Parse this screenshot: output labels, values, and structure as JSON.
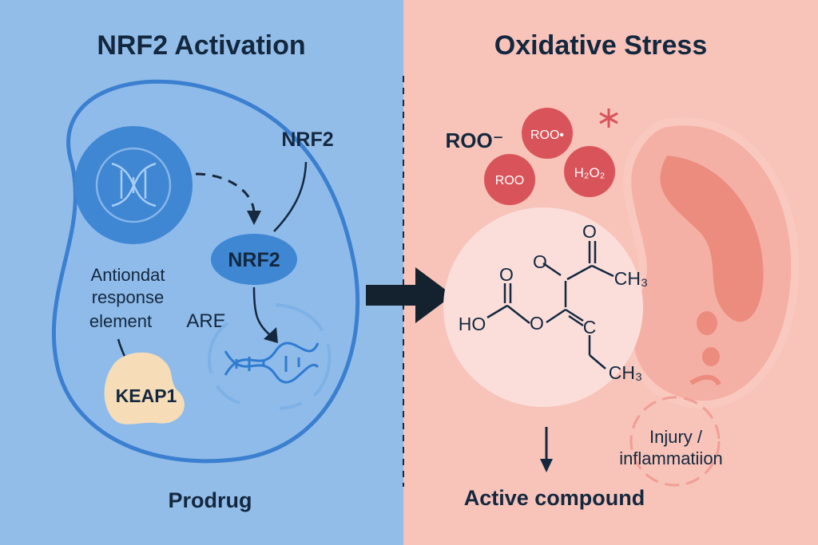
{
  "left_panel": {
    "title": "NRF2 Activation",
    "nrf2_label_top": "NRF2",
    "nrf2_pill": "NRF2",
    "are_label": "ARE",
    "antioxidant_lines": [
      "Antiondat",
      "response",
      "element"
    ],
    "keap1_label": "KEAP1",
    "bottom_label": "Prodrug",
    "colors": {
      "background": "#93bde9",
      "membrane": "#3b7fd0",
      "nucleus": "#3f86d3",
      "keap1": "#f6ddb8"
    }
  },
  "right_panel": {
    "title": "Oxidative Stress",
    "roo_minus": "ROO⁻",
    "bubble_roo_dot": "ROO•",
    "bubble_roo": "ROO",
    "bubble_h2o2": "H₂O₂",
    "molecule": {
      "oxygen_top": "O",
      "oxygen_mid": "O",
      "oxygen_left": "O",
      "oxygen_ring": "O",
      "ho": "HO",
      "ch3_upper": "CH₃",
      "ch3_lower": "CH₃",
      "c_label": "C"
    },
    "injury_lines": [
      "Injury /",
      "inflammatiion"
    ],
    "bottom_label": "Active compound",
    "colors": {
      "background": "#f8c3b9",
      "radical": "#d9545a",
      "cell": "#f1a79b"
    }
  },
  "center_arrow": {
    "icon": "right-arrow-icon",
    "color": "#14222f"
  }
}
